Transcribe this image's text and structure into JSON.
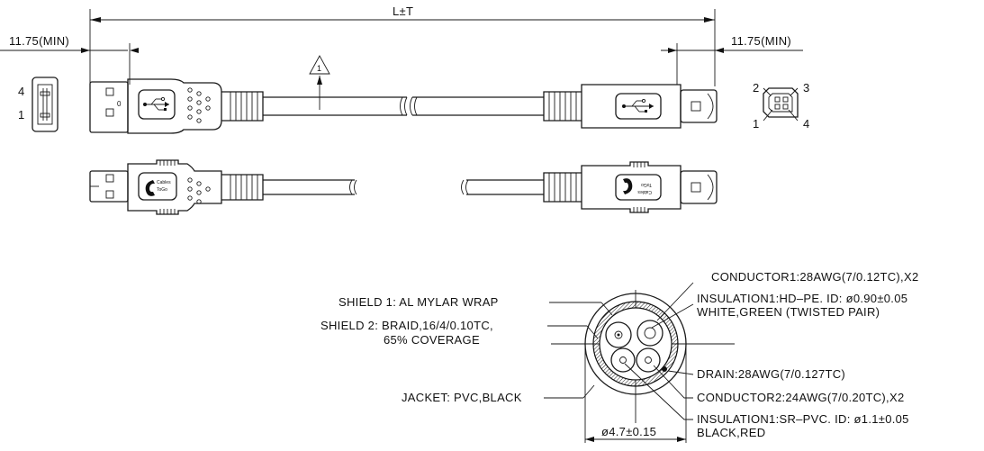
{
  "drawing": {
    "overall_length_label": "L±T",
    "min_length_left": "11.75(MIN)",
    "min_length_right": "11.75(MIN)",
    "note_mark": "1",
    "usb_a_pins": {
      "top": "4",
      "bottom": "1"
    },
    "usb_b_pins": {
      "tl": "2",
      "tr": "3",
      "bl": "1",
      "br": "4"
    },
    "logo": {
      "line1": "Cables",
      "line2": "ToGo",
      "tm": "™"
    },
    "cross_section": {
      "left_labels": {
        "shield1": "SHIELD  1:  AL  MYLAR  WRAP",
        "shield2_line1": "SHIELD  2:  BRAID,16/4/0.10TC,",
        "shield2_line2": "65%  COVERAGE",
        "jacket": "JACKET:  PVC,BLACK"
      },
      "right_labels": {
        "conductor1": "CONDUCTOR1:28AWG(7/0.12TC),X2",
        "insulation1_line1": "INSULATION1:HD–PE.  ID:  ø0.90±0.05",
        "insulation1_line2": "WHITE,GREEN  (TWISTED  PAIR)",
        "drain": "DRAIN:28AWG(7/0.127TC)",
        "conductor2": "CONDUCTOR2:24AWG(7/0.20TC),X2",
        "insulation2_line1": "INSULATION1:SR–PVC.  ID:  ø1.1±0.05",
        "insulation2_line2": "BLACK,RED"
      },
      "diameter_label": "ø4.7±0.15"
    }
  }
}
